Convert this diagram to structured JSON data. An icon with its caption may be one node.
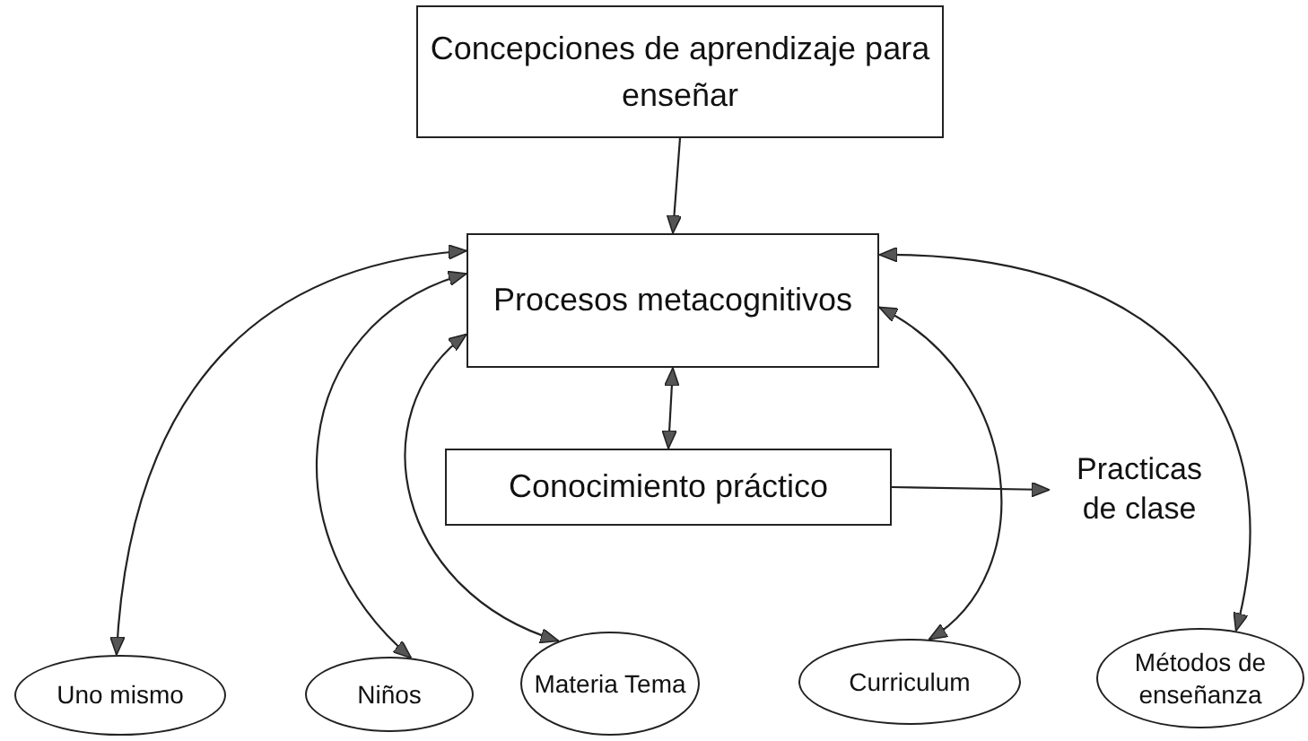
{
  "diagram": {
    "nodes": [
      {
        "text": [
          "Concepciones de aprendizaje para enseñar"
        ]
      },
      {
        "text": [
          "Procesos metacognitivos"
        ]
      },
      {
        "text": [
          "Conocimiento práctico"
        ]
      },
      {
        "text": [
          "Practicas de clase"
        ]
      },
      {
        "text": [
          "Uno mismo"
        ]
      },
      {
        "text": [
          "Niños"
        ]
      },
      {
        "text": [
          "Materia Tema"
        ]
      },
      {
        "text": [
          "Curriculum"
        ]
      },
      {
        "text": [
          "Métodos de enseñanza"
        ]
      }
    ],
    "edges": [
      {
        "from": 0,
        "to": 1,
        "arrow": "to"
      },
      {
        "from": 1,
        "to": 2,
        "arrow": "both"
      },
      {
        "from": 2,
        "to": 3,
        "arrow": "to"
      },
      {
        "from": 1,
        "to": 4,
        "arrow": "both"
      },
      {
        "from": 1,
        "to": 5,
        "arrow": "both"
      },
      {
        "from": 1,
        "to": 6,
        "arrow": "both"
      },
      {
        "from": 1,
        "to": 7,
        "arrow": "both"
      },
      {
        "from": 1,
        "to": 8,
        "arrow": "both"
      }
    ]
  }
}
